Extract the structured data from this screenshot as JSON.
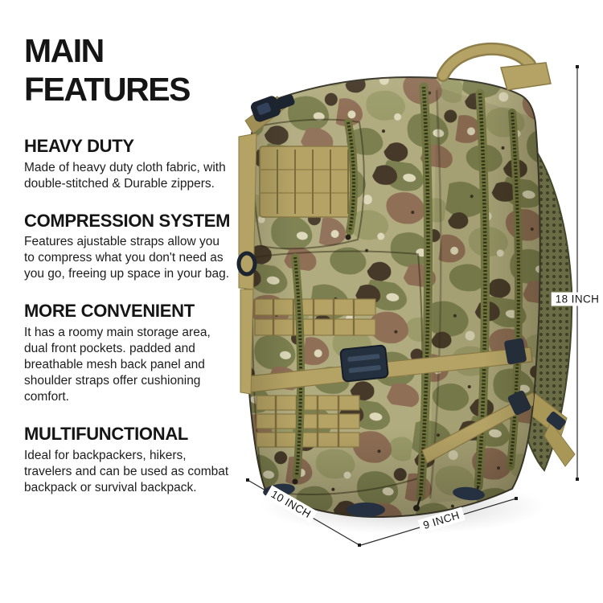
{
  "page": {
    "background_color": "#ffffff"
  },
  "header": {
    "title_line1": "MAIN",
    "title_line2": "FEATURES"
  },
  "features": {
    "sections": [
      {
        "heading": "HEAVY DUTY",
        "body": "Made of heavy duty cloth fabric, with double-stitched & Durable zippers."
      },
      {
        "heading": "COMPRESSION SYSTEM",
        "body": "Features ajustable straps allow you to compress what you don't need as you go, freeing up space in your bag."
      },
      {
        "heading": "MORE CONVENIENT",
        "body": "It has a roomy main storage area, dual front pockets. padded and breathable mesh back panel and shoulder straps offer cushioning comfort."
      },
      {
        "heading": "MULTIFUNCTIONAL",
        "body": "Ideal for backpackers, hikers, travelers  and can be used as combat backpack or survival backpack."
      }
    ]
  },
  "dimensions": {
    "height_label": "18 INCH",
    "depth_label": "10 INCH",
    "width_label": "9 INCH"
  },
  "product_photo": {
    "name": "camouflage tactical backpack",
    "colors": {
      "camo_base": "#b1ac7f",
      "camo_olive": "#7c8050",
      "camo_green": "#9b9c6a",
      "camo_brown": "#8f6f56",
      "camo_dark": "#46392a",
      "camo_cream": "#ddd8b9",
      "webbing_tan": "#b5a365",
      "zipper_olive": "#70743f",
      "buckle_navy": "#25303f",
      "mesh_olive": "#6a6c45",
      "annotation_ink": "#1a1a1a"
    }
  }
}
